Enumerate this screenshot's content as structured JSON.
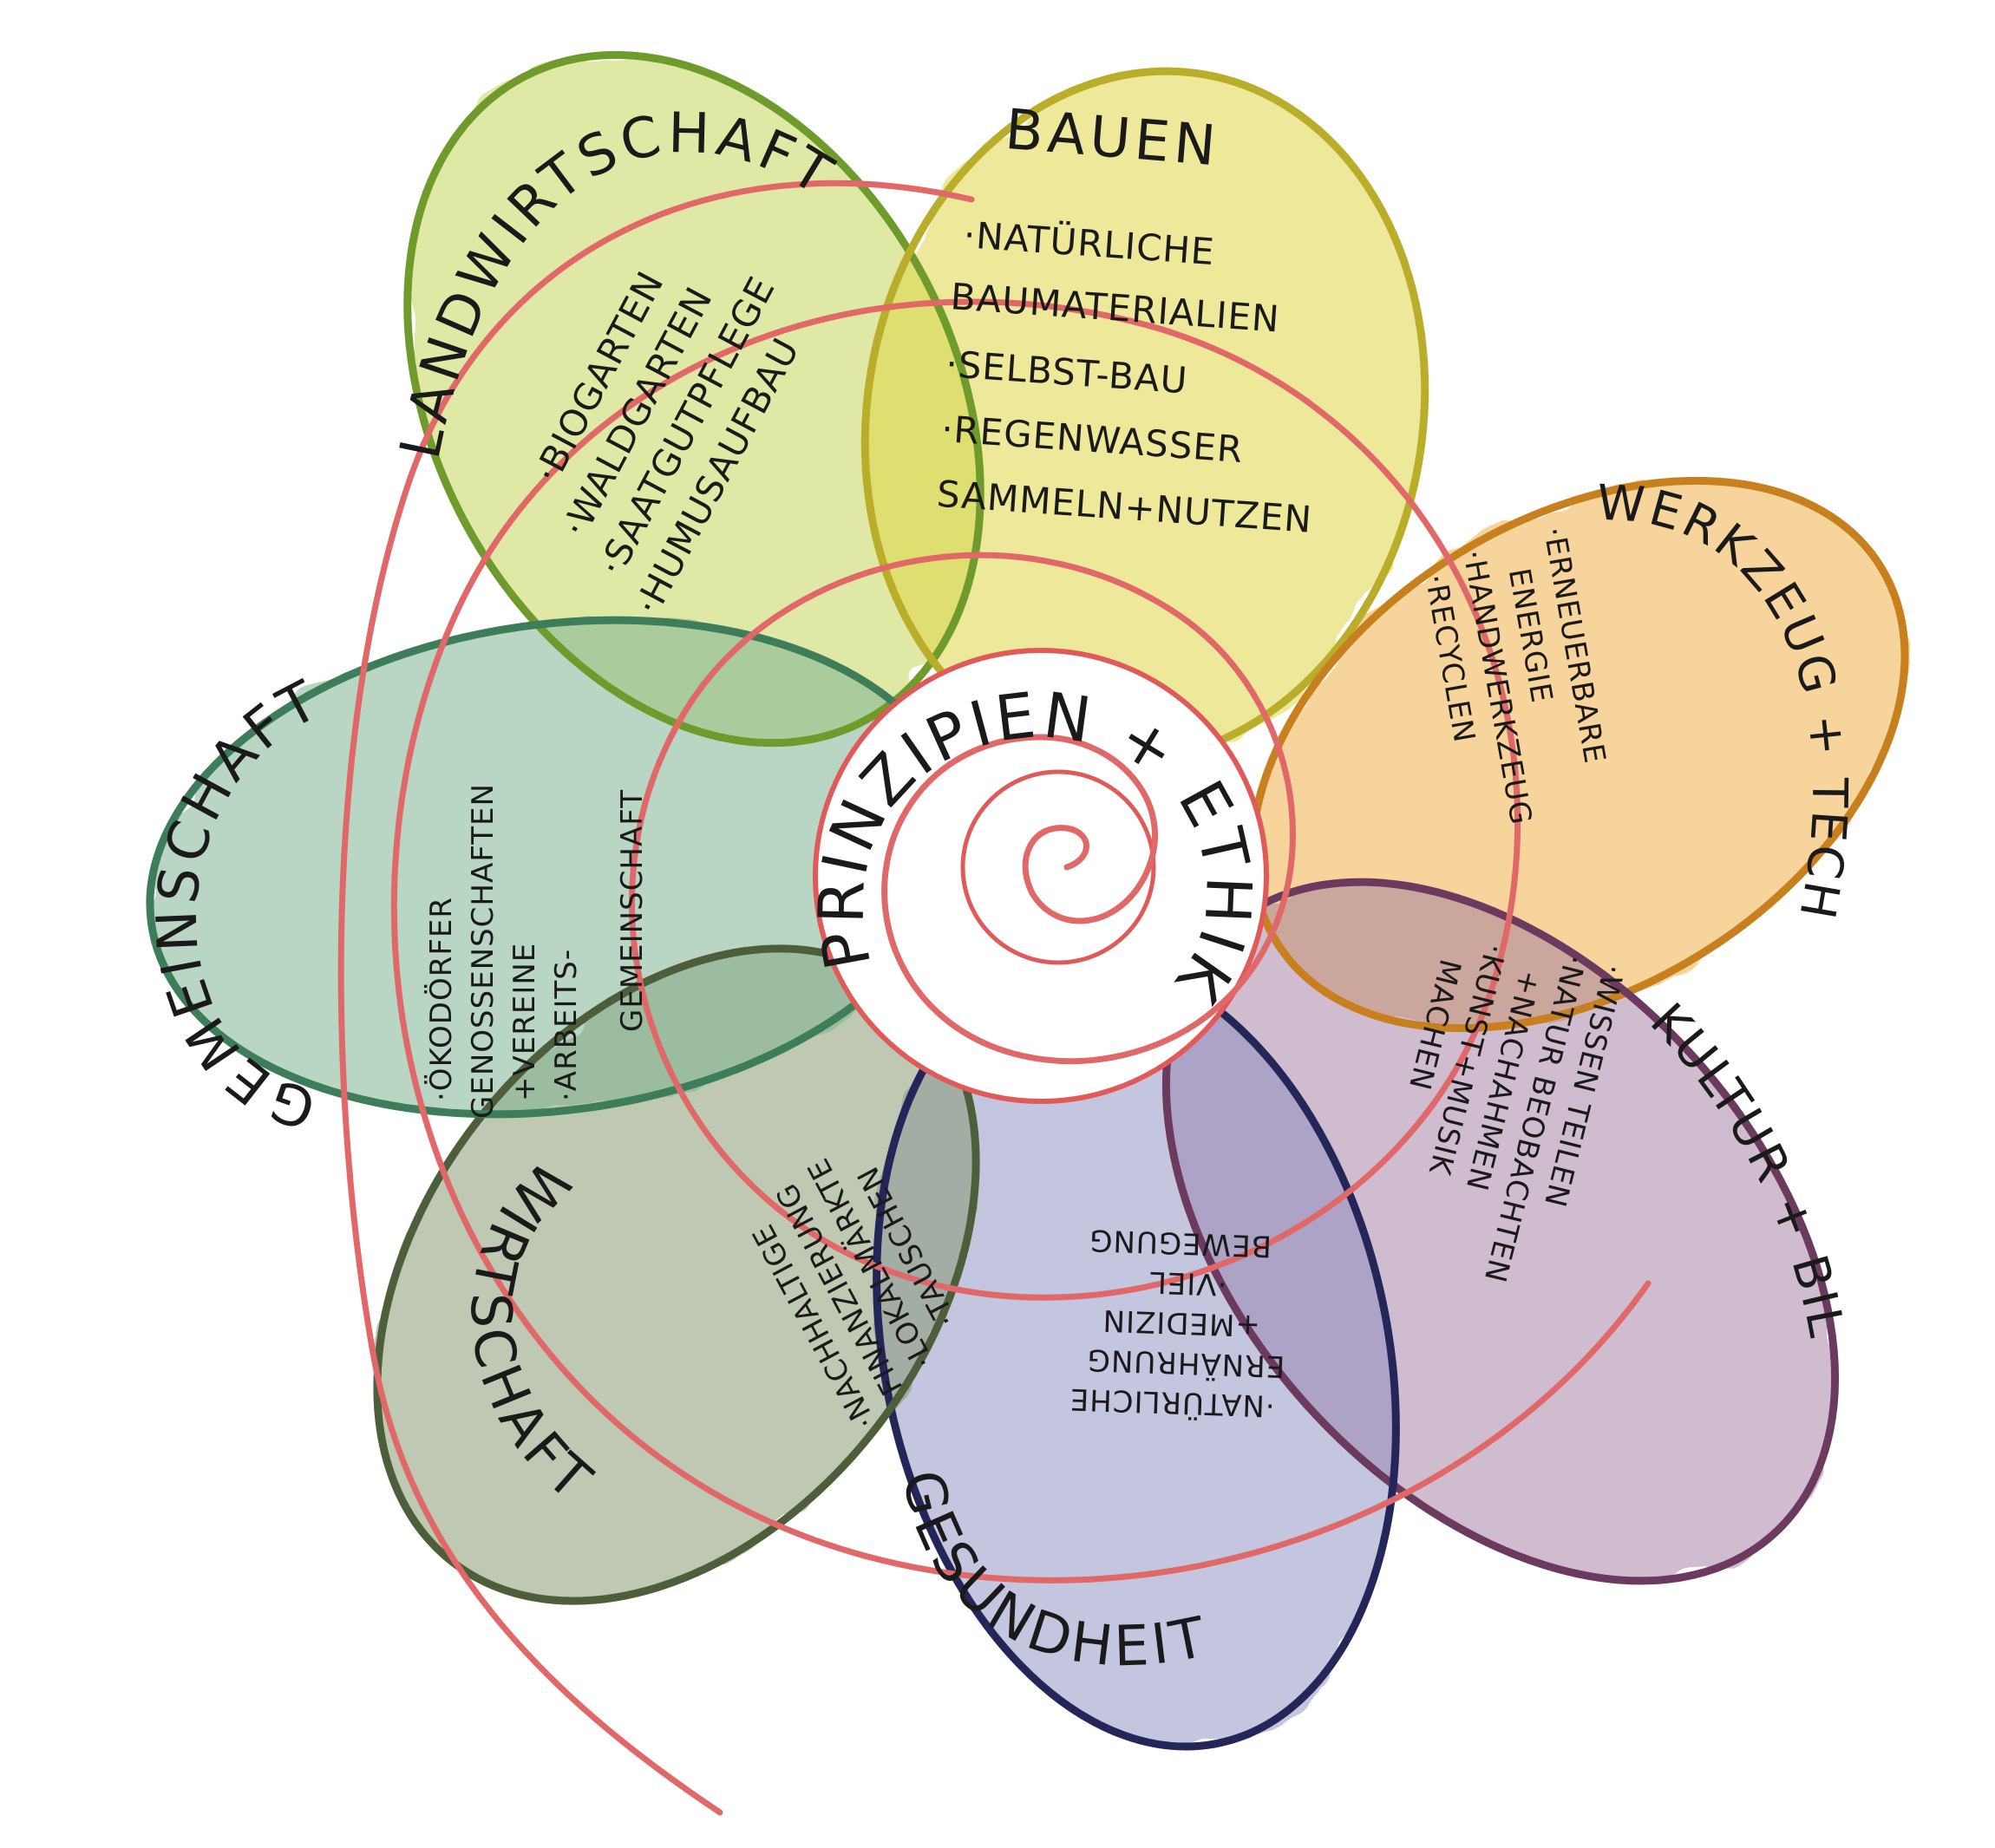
{
  "center": {
    "title": "PRINZIPIEN + ETHIK"
  },
  "petals": {
    "landwirtschaft": {
      "title": "LANDWIRTSCHAFT",
      "items": [
        "·BIOGARTEN",
        "·WALDGARTEN",
        "·SAATGUTPFLEGE",
        "·HUMUSAUFBAU"
      ],
      "color": "#b9cf4a"
    },
    "bauen": {
      "title": "BAUEN",
      "items": [
        "·NATÜRLICHE",
        "BAUMATERIALIEN",
        "·SELBST-BAU",
        "·REGENWASSER",
        "SAMMELN+NUTZEN"
      ],
      "color": "#d9cf3e"
    },
    "werkzeug": {
      "title": "WERKZEUG + TECHNOLOGIE",
      "items": [
        "·ERNEUERBARE",
        "ENERGIE",
        "·HANDWERKZEUG",
        "·RECYCLEN"
      ],
      "color": "#e9a23a"
    },
    "kultur": {
      "title": "KULTUR + BILDUNG",
      "items": [
        "·WISSEN TEILEN",
        "·NATUR BEOBACHTEN",
        "+NACHAHMEN",
        "·KUNST+MUSIK",
        "MACHEN"
      ],
      "color": "#8b5b86"
    },
    "gesundheit": {
      "title": "GESUNDHEIT",
      "items": [
        "·NATÜRLICHE",
        "ERNÄHRUNG",
        "+MEDIZIN",
        "·VIEL",
        "BEWEGUNG"
      ],
      "color": "#6b6fa6"
    },
    "wirtschaft": {
      "title": "WIRTSCHAFT",
      "items": [
        "·NACHHALTIGE",
        "FINANZIERUNG",
        "·LOKALMÄRKTE",
        "·TAUSCHEN"
      ],
      "color": "#6f7f56"
    },
    "gemeinschaft": {
      "title": "GEMEINSCHAFT",
      "items": [
        "·ÖKODÖRFER",
        "GENOSSENSCHAFTEN",
        "+VEREINE",
        "·ARBEITS-",
        "GEMEINSCHAFT"
      ],
      "color": "#5f9a78"
    }
  }
}
